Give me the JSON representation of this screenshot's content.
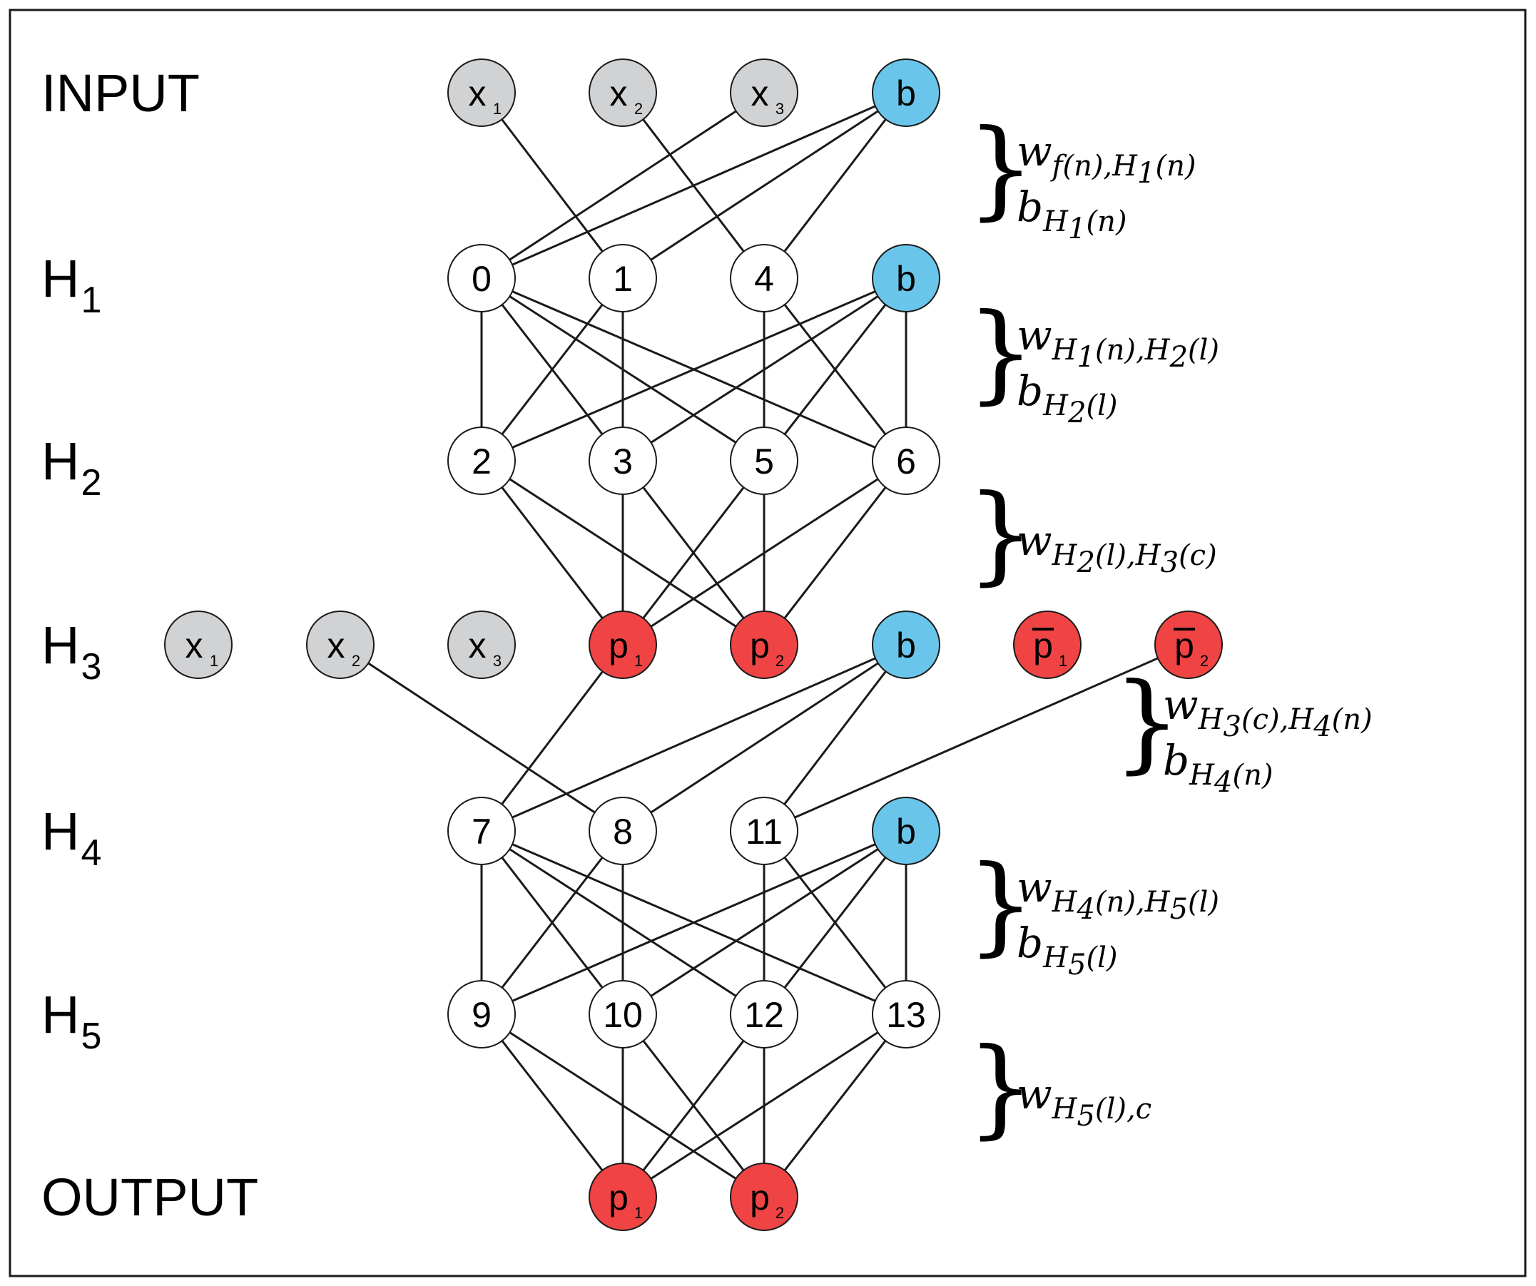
{
  "colors": {
    "input_node": "#d1d2d4",
    "hidden_node": "#ffffff",
    "bias_node": "#6ac5ea",
    "output_node": "#f04444",
    "edge": "#1a1a1a",
    "frame": "#1a1a1a"
  },
  "layers": [
    {
      "id": "input",
      "label": "INPUT",
      "sub": ""
    },
    {
      "id": "h1",
      "label": "H",
      "sub": "1"
    },
    {
      "id": "h2",
      "label": "H",
      "sub": "2"
    },
    {
      "id": "h3",
      "label": "H",
      "sub": "3"
    },
    {
      "id": "h4",
      "label": "H",
      "sub": "4"
    },
    {
      "id": "h5",
      "label": "H",
      "sub": "5"
    },
    {
      "id": "output",
      "label": "OUTPUT",
      "sub": ""
    }
  ],
  "nodes": [
    {
      "id": "in_x1",
      "layer": "input",
      "label": "x",
      "sub": "1",
      "kind": "input"
    },
    {
      "id": "in_x2",
      "layer": "input",
      "label": "x",
      "sub": "2",
      "kind": "input"
    },
    {
      "id": "in_x3",
      "layer": "input",
      "label": "x",
      "sub": "3",
      "kind": "input"
    },
    {
      "id": "in_b",
      "layer": "input",
      "label": "b",
      "sub": "",
      "kind": "bias"
    },
    {
      "id": "n0",
      "layer": "h1",
      "label": "0",
      "sub": "",
      "kind": "hidden"
    },
    {
      "id": "n1",
      "layer": "h1",
      "label": "1",
      "sub": "",
      "kind": "hidden"
    },
    {
      "id": "n4",
      "layer": "h1",
      "label": "4",
      "sub": "",
      "kind": "hidden"
    },
    {
      "id": "h1_b",
      "layer": "h1",
      "label": "b",
      "sub": "",
      "kind": "bias"
    },
    {
      "id": "n2",
      "layer": "h2",
      "label": "2",
      "sub": "",
      "kind": "hidden"
    },
    {
      "id": "n3",
      "layer": "h2",
      "label": "3",
      "sub": "",
      "kind": "hidden"
    },
    {
      "id": "n5",
      "layer": "h2",
      "label": "5",
      "sub": "",
      "kind": "hidden"
    },
    {
      "id": "n6",
      "layer": "h2",
      "label": "6",
      "sub": "",
      "kind": "hidden"
    },
    {
      "id": "h3_x1",
      "layer": "h3",
      "label": "x",
      "sub": "1",
      "kind": "input"
    },
    {
      "id": "h3_x2",
      "layer": "h3",
      "label": "x",
      "sub": "2",
      "kind": "input"
    },
    {
      "id": "h3_x3",
      "layer": "h3",
      "label": "x",
      "sub": "3",
      "kind": "input"
    },
    {
      "id": "h3_p1",
      "layer": "h3",
      "label": "p",
      "sub": "1",
      "kind": "output"
    },
    {
      "id": "h3_p2",
      "layer": "h3",
      "label": "p",
      "sub": "2",
      "kind": "output"
    },
    {
      "id": "h3_b",
      "layer": "h3",
      "label": "b",
      "sub": "",
      "kind": "bias"
    },
    {
      "id": "h3_p1bar",
      "layer": "h3",
      "label": "p",
      "sub": "1",
      "kind": "output",
      "overline": true
    },
    {
      "id": "h3_p2bar",
      "layer": "h3",
      "label": "p",
      "sub": "2",
      "kind": "output",
      "overline": true
    },
    {
      "id": "n7",
      "layer": "h4",
      "label": "7",
      "sub": "",
      "kind": "hidden"
    },
    {
      "id": "n8",
      "layer": "h4",
      "label": "8",
      "sub": "",
      "kind": "hidden"
    },
    {
      "id": "n11",
      "layer": "h4",
      "label": "11",
      "sub": "",
      "kind": "hidden"
    },
    {
      "id": "h4_b",
      "layer": "h4",
      "label": "b",
      "sub": "",
      "kind": "bias"
    },
    {
      "id": "n9",
      "layer": "h5",
      "label": "9",
      "sub": "",
      "kind": "hidden"
    },
    {
      "id": "n10",
      "layer": "h5",
      "label": "10",
      "sub": "",
      "kind": "hidden"
    },
    {
      "id": "n12",
      "layer": "h5",
      "label": "12",
      "sub": "",
      "kind": "hidden"
    },
    {
      "id": "n13",
      "layer": "h5",
      "label": "13",
      "sub": "",
      "kind": "hidden"
    },
    {
      "id": "out_p1",
      "layer": "output",
      "label": "p",
      "sub": "1",
      "kind": "output"
    },
    {
      "id": "out_p2",
      "layer": "output",
      "label": "p",
      "sub": "2",
      "kind": "output"
    }
  ],
  "edges": [
    [
      "in_x1",
      "n1"
    ],
    [
      "in_x2",
      "n4"
    ],
    [
      "in_x3",
      "n0"
    ],
    [
      "in_b",
      "n0"
    ],
    [
      "in_b",
      "n1"
    ],
    [
      "in_b",
      "n4"
    ],
    [
      "n0",
      "n2"
    ],
    [
      "n0",
      "n3"
    ],
    [
      "n0",
      "n5"
    ],
    [
      "n0",
      "n6"
    ],
    [
      "n1",
      "n2"
    ],
    [
      "n1",
      "n3"
    ],
    [
      "n4",
      "n5"
    ],
    [
      "n4",
      "n6"
    ],
    [
      "h1_b",
      "n2"
    ],
    [
      "h1_b",
      "n3"
    ],
    [
      "h1_b",
      "n5"
    ],
    [
      "h1_b",
      "n6"
    ],
    [
      "n2",
      "h3_p1"
    ],
    [
      "n2",
      "h3_p2"
    ],
    [
      "n3",
      "h3_p1"
    ],
    [
      "n3",
      "h3_p2"
    ],
    [
      "n5",
      "h3_p1"
    ],
    [
      "n5",
      "h3_p2"
    ],
    [
      "n6",
      "h3_p1"
    ],
    [
      "n6",
      "h3_p2"
    ],
    [
      "h3_p1",
      "n7"
    ],
    [
      "h3_x2",
      "n8"
    ],
    [
      "h3_p2bar",
      "n11"
    ],
    [
      "h3_b",
      "n7"
    ],
    [
      "h3_b",
      "n8"
    ],
    [
      "h3_b",
      "n11"
    ],
    [
      "n7",
      "n9"
    ],
    [
      "n7",
      "n10"
    ],
    [
      "n7",
      "n12"
    ],
    [
      "n7",
      "n13"
    ],
    [
      "n8",
      "n9"
    ],
    [
      "n8",
      "n10"
    ],
    [
      "n11",
      "n12"
    ],
    [
      "n11",
      "n13"
    ],
    [
      "h4_b",
      "n9"
    ],
    [
      "h4_b",
      "n10"
    ],
    [
      "h4_b",
      "n12"
    ],
    [
      "h4_b",
      "n13"
    ],
    [
      "n9",
      "out_p1"
    ],
    [
      "n9",
      "out_p2"
    ],
    [
      "n10",
      "out_p1"
    ],
    [
      "n10",
      "out_p2"
    ],
    [
      "n12",
      "out_p1"
    ],
    [
      "n12",
      "out_p2"
    ],
    [
      "n13",
      "out_p1"
    ],
    [
      "n13",
      "out_p2"
    ]
  ],
  "annotations": [
    {
      "id": "ann1",
      "brace": "}",
      "lines": [
        [
          {
            "t": "w",
            "s": 0
          },
          {
            "t": "f(n),H",
            "s": 1
          },
          {
            "t": "1",
            "s": 2
          },
          {
            "t": "(n)",
            "s": 1
          }
        ],
        [
          {
            "t": "b",
            "s": 0
          },
          {
            "t": "H",
            "s": 1
          },
          {
            "t": "1",
            "s": 2
          },
          {
            "t": "(n)",
            "s": 1
          }
        ]
      ]
    },
    {
      "id": "ann2",
      "brace": "}",
      "lines": [
        [
          {
            "t": "w",
            "s": 0
          },
          {
            "t": "H",
            "s": 1
          },
          {
            "t": "1",
            "s": 2
          },
          {
            "t": "(n),H",
            "s": 1
          },
          {
            "t": "2",
            "s": 2
          },
          {
            "t": "(l)",
            "s": 1
          }
        ],
        [
          {
            "t": "b",
            "s": 0
          },
          {
            "t": "H",
            "s": 1
          },
          {
            "t": "2",
            "s": 2
          },
          {
            "t": "(l)",
            "s": 1
          }
        ]
      ]
    },
    {
      "id": "ann3",
      "brace": "}",
      "lines": [
        [
          {
            "t": "w",
            "s": 0
          },
          {
            "t": "H",
            "s": 1
          },
          {
            "t": "2",
            "s": 2
          },
          {
            "t": "(l),H",
            "s": 1
          },
          {
            "t": "3",
            "s": 2
          },
          {
            "t": "(c)",
            "s": 1
          }
        ]
      ]
    },
    {
      "id": "ann4",
      "brace": "}",
      "lines": [
        [
          {
            "t": "w",
            "s": 0
          },
          {
            "t": "H",
            "s": 1
          },
          {
            "t": "3",
            "s": 2
          },
          {
            "t": "(c),H",
            "s": 1
          },
          {
            "t": "4",
            "s": 2
          },
          {
            "t": "(n)",
            "s": 1
          }
        ],
        [
          {
            "t": "b",
            "s": 0
          },
          {
            "t": "H",
            "s": 1
          },
          {
            "t": "4",
            "s": 2
          },
          {
            "t": "(n)",
            "s": 1
          }
        ]
      ]
    },
    {
      "id": "ann5",
      "brace": "}",
      "lines": [
        [
          {
            "t": "w",
            "s": 0
          },
          {
            "t": "H",
            "s": 1
          },
          {
            "t": "4",
            "s": 2
          },
          {
            "t": "(n),H",
            "s": 1
          },
          {
            "t": "5",
            "s": 2
          },
          {
            "t": "(l)",
            "s": 1
          }
        ],
        [
          {
            "t": "b",
            "s": 0
          },
          {
            "t": "H",
            "s": 1
          },
          {
            "t": "5",
            "s": 2
          },
          {
            "t": "(l)",
            "s": 1
          }
        ]
      ]
    },
    {
      "id": "ann6",
      "brace": "}",
      "lines": [
        [
          {
            "t": "w",
            "s": 0
          },
          {
            "t": "H",
            "s": 1
          },
          {
            "t": "5",
            "s": 2
          },
          {
            "t": "(l),c",
            "s": 1
          }
        ]
      ]
    }
  ]
}
